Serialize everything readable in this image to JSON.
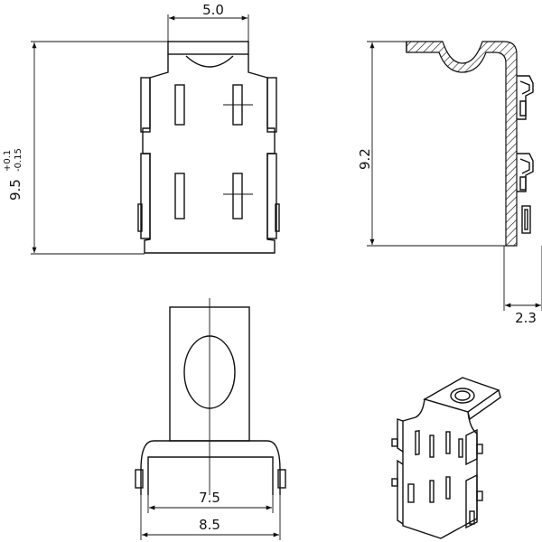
{
  "drawing": {
    "colors": {
      "line": "#111111",
      "background": "#ffffff"
    },
    "dimensions": {
      "top_width": "5.0",
      "height_base": "9.5",
      "tol_plus": "+0.1",
      "tol_minus": "-0.15",
      "side_height": "9.2",
      "side_depth": "2.3",
      "bottom_inner": "7.5",
      "bottom_outer": "8.5"
    }
  }
}
